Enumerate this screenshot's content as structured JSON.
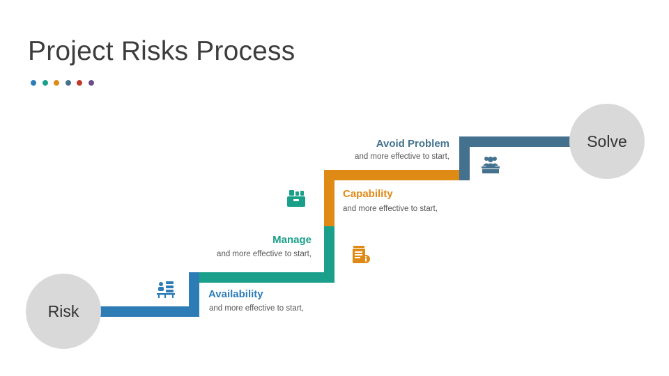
{
  "title": "Project Risks Process",
  "colors": {
    "blue": "#2e7cb6",
    "teal": "#1aa08a",
    "orange": "#e08a16",
    "slate": "#44728e",
    "red": "#c0392b",
    "purple": "#6c4b8a",
    "circle": "#d9d9d9"
  },
  "dot_colors": [
    "#2e7cb6",
    "#1aa08a",
    "#e08a16",
    "#44728e",
    "#c0392b",
    "#6c4b8a"
  ],
  "start_label": "Risk",
  "end_label": "Solve",
  "steps": [
    {
      "title": "Availability",
      "desc": "and more effective to start,",
      "color": "#2e7cb6",
      "icon": "office-desk-icon"
    },
    {
      "title": "Manage",
      "desc": "and more effective to start,",
      "color": "#1aa08a",
      "icon": "toolbox-icon"
    },
    {
      "title": "Capability",
      "desc": "and more effective to start,",
      "color": "#e08a16",
      "icon": "document-info-icon"
    },
    {
      "title": "Avoid Problem",
      "desc": "and more effective to start,",
      "color": "#44728e",
      "icon": "meeting-icon"
    }
  ]
}
